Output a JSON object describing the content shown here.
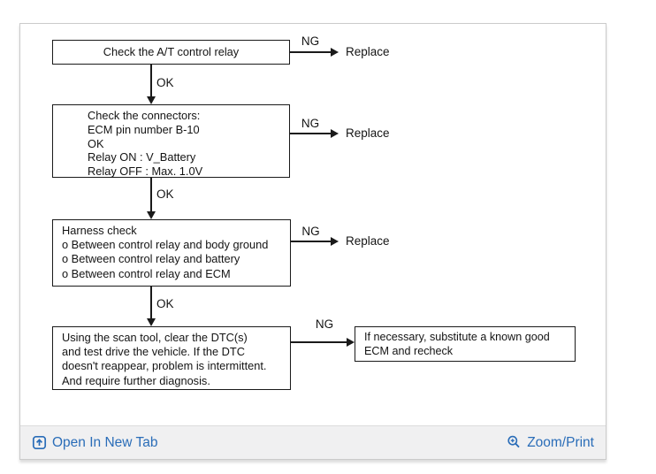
{
  "flowchart": {
    "labels": {
      "ng": "NG",
      "ok": "OK",
      "replace": "Replace"
    },
    "steps": [
      {
        "lines": [
          "Check the A/T control relay"
        ]
      },
      {
        "lines": [
          "Check the connectors:",
          "ECM pin number B-10",
          "OK",
          "Relay ON : V_Battery",
          "Relay OFF : Max. 1.0V"
        ]
      },
      {
        "lines": [
          "Harness check",
          "o Between control relay and body ground",
          "o Between control relay and battery",
          "o Between control relay and ECM"
        ]
      },
      {
        "lines": [
          "Using the scan tool, clear the DTC(s)",
          "and test drive the vehicle. If the DTC",
          "doesn't reappear, problem is intermittent.",
          "And require further diagnosis."
        ]
      }
    ],
    "result_box": {
      "lines": [
        "If necessary, substitute a known good",
        "ECM and recheck"
      ]
    }
  },
  "footer": {
    "open_in_new_tab": "Open In New Tab",
    "zoom_print": "Zoom/Print"
  },
  "colors": {
    "link_blue": "#2a6db8",
    "panel_border": "#cbcbcb",
    "footer_bg": "#f0f0f1",
    "flowchart_ink": "#1a1a1a"
  }
}
